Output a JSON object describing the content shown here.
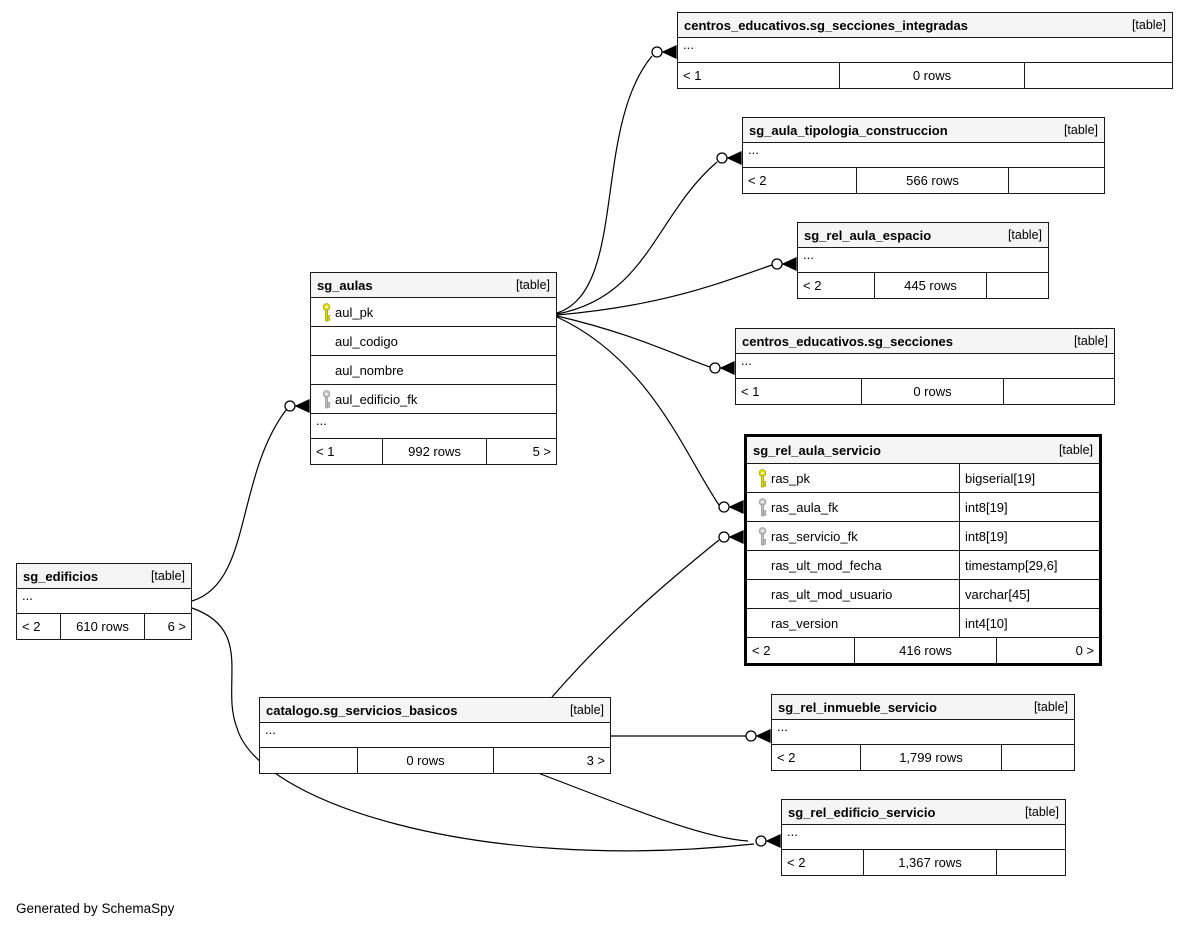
{
  "diagram": {
    "generated_by": "Generated by SchemaSpy",
    "ellipsis": "..."
  },
  "colors": {
    "pk_key": "#dddd00",
    "fk_key": "#bdbdbd",
    "header_bg": "#f5f5f5",
    "line": "#000000"
  },
  "tables": {
    "secciones_integradas": {
      "name": "centros_educativos.sg_secciones_integradas",
      "tag": "[table]",
      "footer": {
        "left": "< 1",
        "center": "0 rows",
        "right": ""
      }
    },
    "aula_tipologia_construccion": {
      "name": "sg_aula_tipologia_construccion",
      "tag": "[table]",
      "footer": {
        "left": "< 2",
        "center": "566 rows",
        "right": ""
      }
    },
    "rel_aula_espacio": {
      "name": "sg_rel_aula_espacio",
      "tag": "[table]",
      "footer": {
        "left": "< 2",
        "center": "445 rows",
        "right": ""
      }
    },
    "secciones": {
      "name": "centros_educativos.sg_secciones",
      "tag": "[table]",
      "footer": {
        "left": "< 1",
        "center": "0 rows",
        "right": ""
      }
    },
    "rel_aula_servicio": {
      "name": "sg_rel_aula_servicio",
      "tag": "[table]",
      "columns": [
        {
          "key": "pk",
          "name": "ras_pk",
          "type": "bigserial[19]"
        },
        {
          "key": "fk",
          "name": "ras_aula_fk",
          "type": "int8[19]"
        },
        {
          "key": "fk",
          "name": "ras_servicio_fk",
          "type": "int8[19]"
        },
        {
          "key": "",
          "name": "ras_ult_mod_fecha",
          "type": "timestamp[29,6]"
        },
        {
          "key": "",
          "name": "ras_ult_mod_usuario",
          "type": "varchar[45]"
        },
        {
          "key": "",
          "name": "ras_version",
          "type": "int4[10]"
        }
      ],
      "footer": {
        "left": "< 2",
        "center": "416 rows",
        "right": "0 >"
      }
    },
    "aulas": {
      "name": "sg_aulas",
      "tag": "[table]",
      "columns": [
        {
          "key": "pk",
          "name": "aul_pk"
        },
        {
          "key": "",
          "name": "aul_codigo"
        },
        {
          "key": "",
          "name": "aul_nombre"
        },
        {
          "key": "fk",
          "name": "aul_edificio_fk"
        }
      ],
      "footer": {
        "left": "< 1",
        "center": "992 rows",
        "right": "5 >"
      }
    },
    "edificios": {
      "name": "sg_edificios",
      "tag": "[table]",
      "footer": {
        "left": "< 2",
        "center": "610 rows",
        "right": "6 >"
      }
    },
    "servicios_basicos": {
      "name": "catalogo.sg_servicios_basicos",
      "tag": "[table]",
      "footer": {
        "left": "",
        "center": "0 rows",
        "right": "3 >"
      }
    },
    "rel_inmueble_servicio": {
      "name": "sg_rel_inmueble_servicio",
      "tag": "[table]",
      "footer": {
        "left": "< 2",
        "center": "1,799 rows",
        "right": ""
      }
    },
    "rel_edificio_servicio": {
      "name": "sg_rel_edificio_servicio",
      "tag": "[table]",
      "footer": {
        "left": "< 2",
        "center": "1,367 rows",
        "right": ""
      }
    }
  }
}
